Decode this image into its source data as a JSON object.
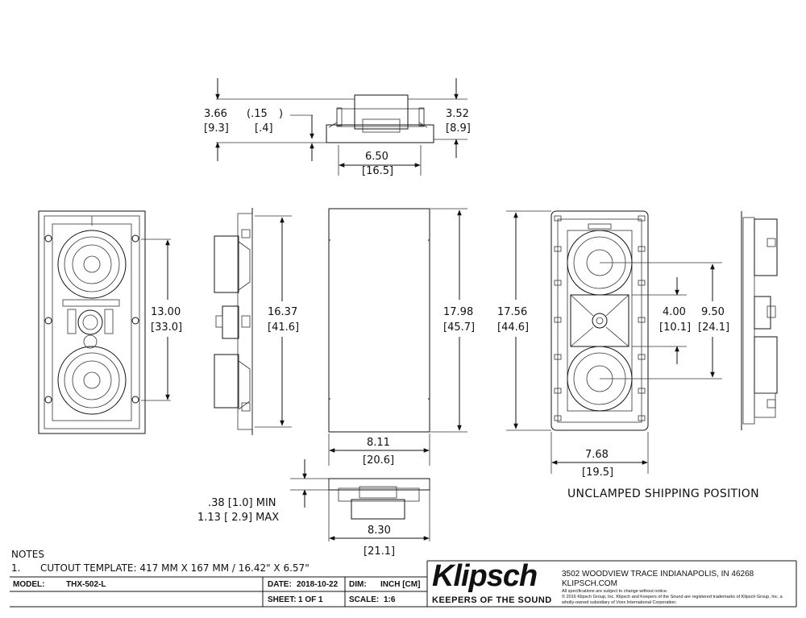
{
  "top_view": {
    "height_total": "3.66",
    "height_total_cm": "[9.3]",
    "flange": "(.15",
    "flange_close": ")",
    "flange_cm": "[.4]",
    "height_right": "3.52",
    "height_right_cm": "[8.9]",
    "width": "6.50",
    "width_cm": "[16.5]"
  },
  "front_view": {
    "height": "13.00",
    "height_cm": "[33.0]"
  },
  "side_view": {
    "height": "16.37",
    "height_cm": "[41.6]"
  },
  "grille_view": {
    "height": "17.98",
    "height_cm": "[45.7]",
    "width": "8.11",
    "width_cm": "[20.6]"
  },
  "frame_view": {
    "height": "17.56",
    "height_cm": "[44.6]",
    "tweeter_spacing": "4.00",
    "tweeter_spacing_cm": "[10.1]",
    "woofer_spacing": "9.50",
    "woofer_spacing_cm": "[24.1]",
    "width": "7.68",
    "width_cm": "[19.5]",
    "caption": "UNCLAMPED SHIPPING POSITION"
  },
  "bottom_view": {
    "depth_min": ".38 [1.0] MIN",
    "depth_max": "1.13 [ 2.9] MAX",
    "width": "8.30",
    "width_cm": "[21.1]"
  },
  "notes": {
    "heading": "NOTES",
    "items": [
      {
        "num": "1.",
        "text": "CUTOUT TEMPLATE: 417 MM X 167 MM  /  16.42\" X 6.57\""
      }
    ]
  },
  "title_block": {
    "model_label": "MODEL:",
    "model_value": "THX-502-L",
    "date_label": "DATE:",
    "date_value": "2018-10-22",
    "dim_label": "DIM:",
    "dim_value": "INCH [CM]",
    "sheet_label": "SHEET:",
    "sheet_value": "1 OF 1",
    "scale_label": "SCALE:",
    "scale_value": "1:6"
  },
  "brand": {
    "logo": "Klipsch",
    "tagline": "KEEPERS OF THE SOUND",
    "address": "3502 WOODVIEW TRACE INDIANAPOLIS, IN 46268",
    "website": "KLIPSCH.COM",
    "disclaimer_1": "All specifications are subject to change without notice.",
    "disclaimer_2": "© 2016 Klipsch Group, Inc. Klipsch and Keepers of the Sound are registered trademarks of Klipsch Group, Inc. a",
    "disclaimer_3": "wholly-owned subsidiary of Voxx International Corporation."
  }
}
